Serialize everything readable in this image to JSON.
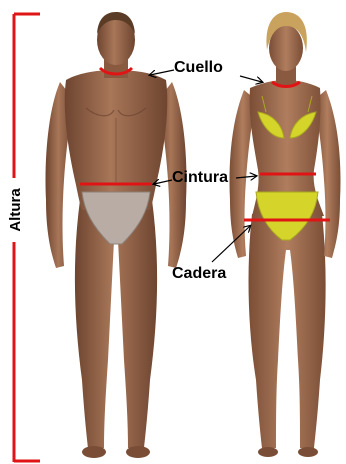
{
  "labels": {
    "height": "Altura",
    "neck": "Cuello",
    "waist": "Cintura",
    "hip": "Cadera"
  },
  "figures": [
    {
      "name": "male figure"
    },
    {
      "name": "female figure"
    }
  ],
  "colors": {
    "measure_line": "#e01414",
    "skin": "#9c6b4e",
    "skin_shadow": "#6e4530",
    "hair_male": "#5a3c26",
    "hair_female": "#c9a25e",
    "underwear_male": "#b8aca4",
    "bikini": "#d4d42a",
    "background": "#ffffff",
    "text": "#000000"
  },
  "icons": [
    "height-bracket-icon",
    "arrow-icon"
  ]
}
